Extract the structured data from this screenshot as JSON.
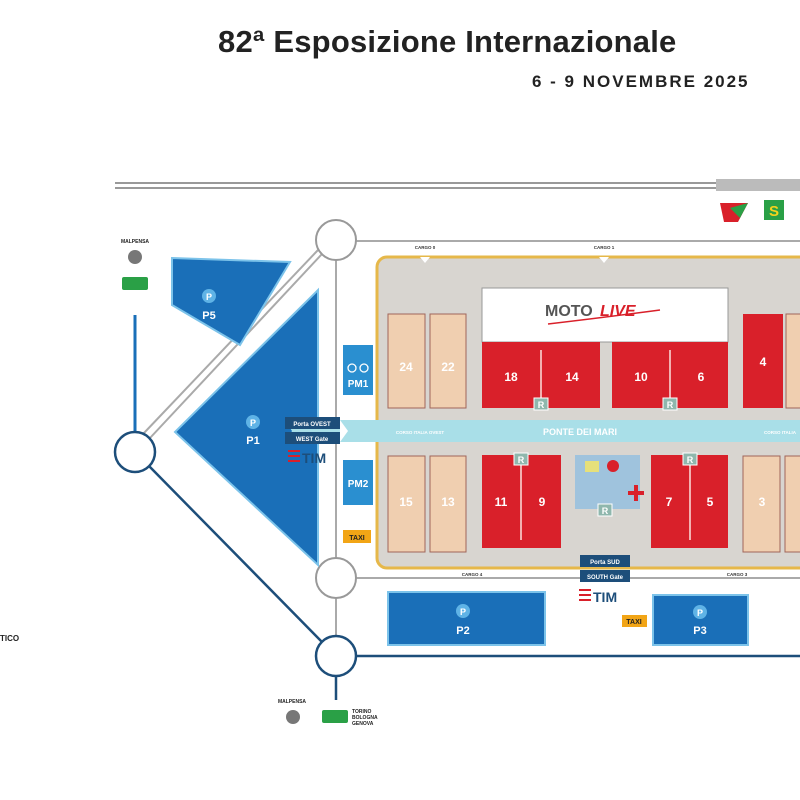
{
  "header": {
    "title": "82ª Esposizione Internazionale",
    "dates": "6 - 9 NOVEMBRE 2025"
  },
  "roads": {
    "cargo_0": "CARGO 0",
    "cargo_1": "CARGO 1",
    "cargo_4": "CARGO 4",
    "cargo_3": "CARGO 3",
    "corso_italia_ovest": "CORSO ITALIA OVEST",
    "corso_italia_east": "CORSO ITALIA",
    "ponte": "PONTE DEI MARI",
    "left_cut_label": "TICO"
  },
  "directions": {
    "malpensa_top": "MALPENSA",
    "malpensa_bottom": "MALPENSA",
    "torino": "TORINO",
    "bologna": "BOLOGNA",
    "genova": "GENOVA"
  },
  "gates": {
    "west_porta": "Porta OVEST",
    "west_gate": "WEST Gate",
    "south_porta": "Porta SUD",
    "south_gate": "SOUTH Gate",
    "sponsor": "TIM"
  },
  "parking": {
    "symbol": "P",
    "p1": "P1",
    "p2": "P2",
    "p3": "P3",
    "p5": "P5",
    "pm1": "PM1",
    "pm2": "PM2",
    "taxi": "TAXI"
  },
  "moto_live": {
    "moto": "MOTO",
    "live": "LIVE"
  },
  "restaurant": "R",
  "halls": {
    "h24": "24",
    "h22": "22",
    "h18": "18",
    "h14": "14",
    "h10": "10",
    "h6": "6",
    "h4": "4",
    "h15": "15",
    "h13": "13",
    "h11": "11",
    "h9": "9",
    "h7": "7",
    "h5": "5",
    "h3": "3"
  },
  "colors": {
    "red_hall": "#d9202a",
    "beige_hall": "#f0cfb0",
    "parking_blue": "#1a6fb8",
    "dark_blue": "#1d4e7a",
    "bridge": "#a9dfe8",
    "border_orange": "#e6b84a",
    "area_grey": "#d8d5d0"
  }
}
